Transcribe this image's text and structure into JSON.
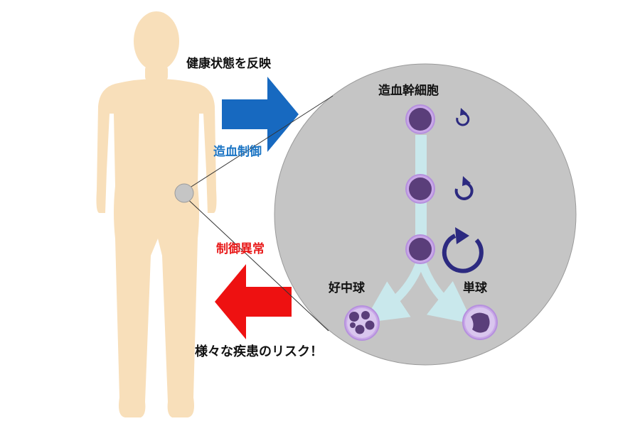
{
  "labels": {
    "health_reflection": "健康状態を反映",
    "hematopoiesis_control": "造血制御",
    "control_abnormality": "制御異常",
    "disease_risk": "様々な疾患のリスク！",
    "hsc": "造血幹細胞",
    "neutrophil": "好中球",
    "monocyte": "単球"
  },
  "colors": {
    "body": "#f8dfba",
    "circle_bg": "#c5c5c5",
    "blue_arrow": "#1769c0",
    "red_arrow": "#ee1111",
    "blue_text": "#1a74c4",
    "red_text": "#e81a1a",
    "cell_fill": "#5a3e7a",
    "cell_ring": "#c9a8e8",
    "cycle_arrow": "#2c2a80",
    "path": "#c9e8ec"
  },
  "icons": [
    "human-silhouette",
    "cycle-arrow-icon",
    "right-arrow",
    "left-arrow"
  ]
}
